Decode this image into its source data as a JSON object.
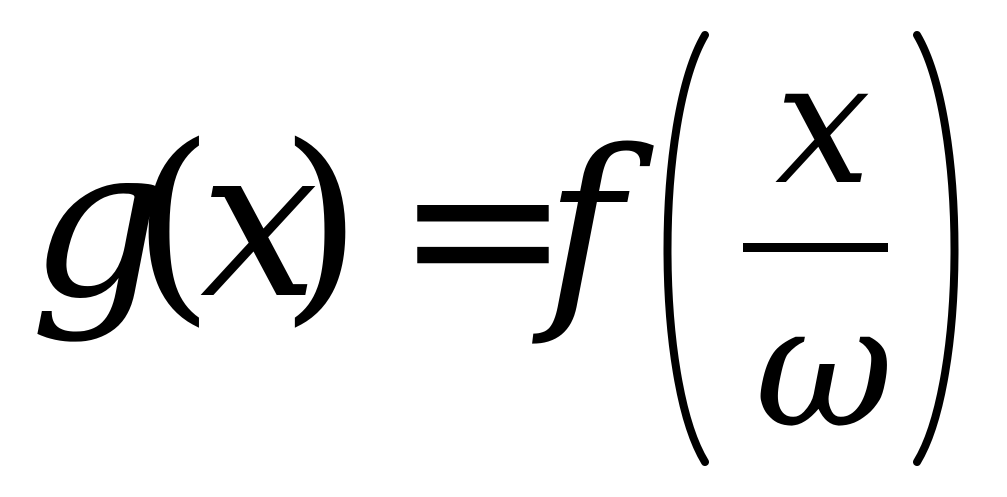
{
  "equation": {
    "lhs_function": "g",
    "lhs_open_paren": "(",
    "lhs_variable": "x",
    "lhs_close_paren": ")",
    "equals": "=",
    "rhs_function": "f",
    "numerator": "x",
    "denominator": "ω"
  }
}
